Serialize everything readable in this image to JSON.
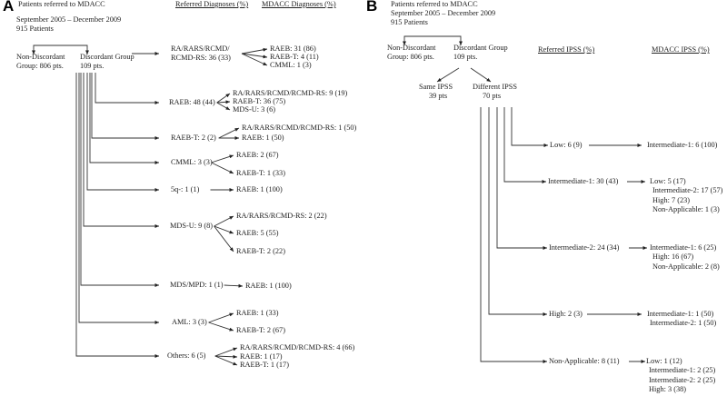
{
  "panel_a": {
    "label": "A",
    "title": "Patients referred to MDACC",
    "period": "September 2005 – December 2009",
    "total": "915 Patients",
    "headers": {
      "referred": "Referred Diagnoses (%)",
      "mdacc": "MDACC Diagnoses (%)"
    },
    "non_discordant": [
      "Non-Discordant",
      "Group: 806 pts."
    ],
    "discordant": [
      "Discordant Group",
      "109 pts."
    ],
    "groups": [
      {
        "referred": [
          "RA/RARS/RCMD/",
          "RCMD-RS: 36 (33)"
        ],
        "mdacc": [
          "RAEB: 31 (86)",
          "RAEB-T: 4 (11)",
          "CMML: 1 (3)"
        ]
      },
      {
        "referred": [
          "RAEB: 48 (44)"
        ],
        "mdacc": [
          "RA/RARS/RCMD/RCMD-RS:  9 (19)",
          "RAEB-T: 36 (75)",
          "MDS-U: 3 (6)"
        ]
      },
      {
        "referred": [
          "RAEB-T: 2 (2)"
        ],
        "mdacc": [
          "RA/RARS/RCMD/RCMD-RS: 1 (50)",
          "RAEB: 1 (50)"
        ]
      },
      {
        "referred": [
          "CMML: 3 (3)"
        ],
        "mdacc": [
          "RAEB: 2 (67)",
          "RAEB-T: 1 (33)"
        ]
      },
      {
        "referred": [
          "5q-: 1 (1)"
        ],
        "mdacc": [
          "RAEB: 1 (100)"
        ]
      },
      {
        "referred": [
          "MDS-U: 9 (8)"
        ],
        "mdacc": [
          "RA/RARS/RCMD-RS: 2 (22)",
          "RAEB: 5 (55)",
          "RAEB-T: 2 (22)"
        ]
      },
      {
        "referred": [
          "MDS/MPD: 1 (1)"
        ],
        "mdacc": [
          "RAEB: 1 (100)"
        ]
      },
      {
        "referred": [
          "AML: 3 (3)"
        ],
        "mdacc": [
          "RAEB: 1 (33)",
          "RAEB-T: 2 (67)"
        ]
      },
      {
        "referred": [
          "Others: 6 (5)"
        ],
        "mdacc": [
          "RA/RARS/RCMD/RCMD-RS: 4 (66)",
          "RAEB: 1 (17)",
          "RAEB-T: 1 (17)"
        ]
      }
    ]
  },
  "panel_b": {
    "label": "B",
    "title": "Patients referred to MDACC",
    "period": "September 2005 – December 2009",
    "total": "915 Patients",
    "headers": {
      "referred": "Referred IPSS (%)",
      "mdacc": "MDACC IPSS (%)"
    },
    "non_discordant": [
      "Non-Discordant",
      "Group: 806 pts."
    ],
    "discordant": [
      "Discordant Group",
      "109 pts."
    ],
    "same_ipss": [
      "Same IPSS",
      "39 pts"
    ],
    "different_ipss": [
      "Different IPSS",
      "70 pts"
    ],
    "groups": [
      {
        "referred": "Low: 6 (9)",
        "mdacc": [
          "Intermediate-1: 6 (100)"
        ]
      },
      {
        "referred": "Intermediate-1: 30 (43)",
        "mdacc": [
          "Low: 5 (17)",
          "Intermediate-2: 17 (57)",
          "High: 7 (23)",
          "Non-Applicable: 1 (3)"
        ]
      },
      {
        "referred": "Intermediate-2: 24 (34)",
        "mdacc": [
          "Intermediate-1: 6 (25)",
          "High: 16 (67)",
          "Non-Applicable: 2 (8)"
        ]
      },
      {
        "referred": "High: 2 (3)",
        "mdacc": [
          "Intermediate-1: 1 (50)",
          "Intermediate-2: 1 (50)"
        ]
      },
      {
        "referred": "Non-Applicable: 8 (11)",
        "mdacc": [
          "Low: 1 (12)",
          "Intermediate-1: 2 (25)",
          "Intermediate-2: 2 (25)",
          "High: 3 (38)"
        ]
      }
    ]
  }
}
